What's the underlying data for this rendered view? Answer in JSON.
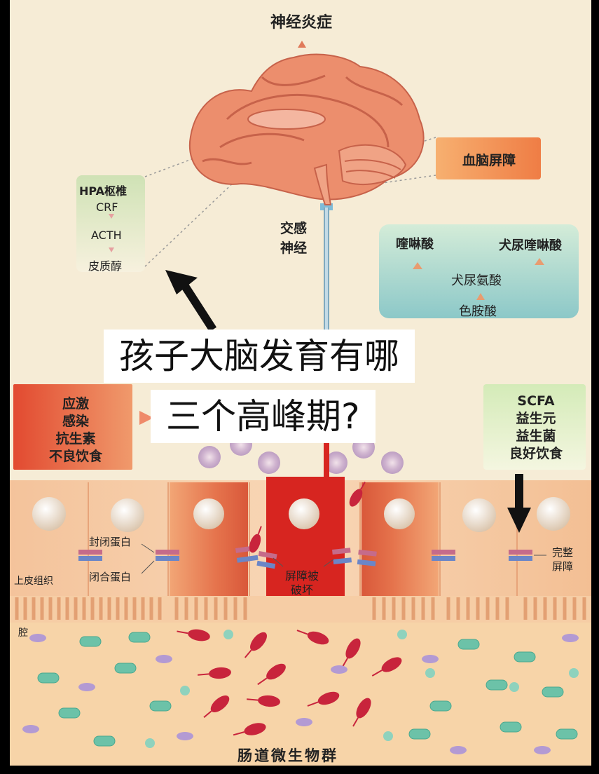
{
  "top_label": "神经炎症",
  "hpa": {
    "title": "HPA枢椎",
    "steps": [
      "CRF",
      "ACTH",
      "皮质醇"
    ]
  },
  "bbb_label": "血脑屏障",
  "sympathetic": [
    "交感",
    "神经"
  ],
  "metabolites": {
    "left": "喹啉酸",
    "right": "犬尿喹啉酸",
    "middle": "犬尿氨酸",
    "bottom": "色胺酸"
  },
  "stress_box": [
    "应激",
    "感染",
    "抗生素",
    "不良饮食"
  ],
  "scfa_box": [
    "SCFA",
    "益生元",
    "益生菌",
    "良好饮食"
  ],
  "caption": [
    "孩子大脑发育有哪",
    "三个高峰期?"
  ],
  "labels": {
    "tight_protein": "封闭蛋白",
    "occludin": "闭合蛋白",
    "epithelium": "上皮组织",
    "lumen": "腔",
    "barrier_broken": [
      "屏障被",
      "破坏"
    ],
    "barrier_intact": [
      "完整",
      "屏障"
    ],
    "microbiota": "肠道微生物群"
  },
  "colors": {
    "background": "#f6ecd6",
    "brain": "#ec8e6d",
    "stress_box": "#e0543b",
    "scfa_box": "#d8ecc0",
    "metabolite_box": "#9fd3d1",
    "bbb_box": "#f08a4c",
    "broken_cell": "#d72520",
    "bacteria_red": "#c8243c",
    "bacteria_green": "#6cc2a8"
  }
}
